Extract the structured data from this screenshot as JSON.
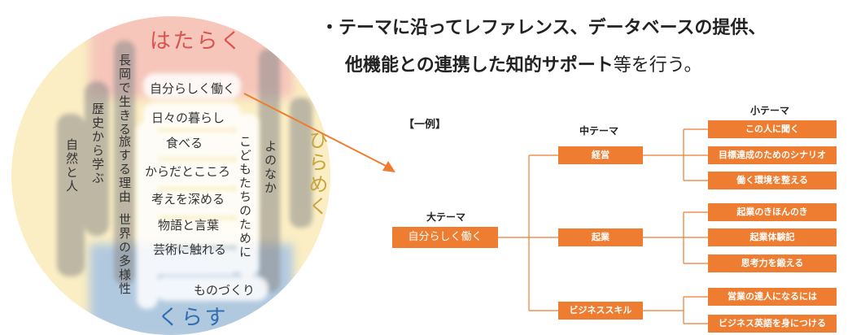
{
  "circle": {
    "top_label": "はたらく",
    "bottom_label": "くらす",
    "right_label": "ひらめく",
    "col_left1": "自然と人",
    "col_left2": "歴史から学ぶ",
    "col_left3": "長岡で生きる",
    "col_mid1": "旅する理由",
    "col_mid2": "世界の多様性",
    "col_right1": "こどもたちのために",
    "col_right2": "よのなか",
    "rows": [
      "自分らしく働く",
      "日々の暮らし",
      "食べる",
      "からだとこころ",
      "考えを深める",
      "物語と言葉",
      "芸術に触れる"
    ],
    "bottom_row": "ものづくり"
  },
  "bullet": {
    "line1": "・テーマに沿ってレファレンス、データベースの提供、",
    "line2_bold": "他機能との連携した知的サポート",
    "line2_rest": "等を行う。"
  },
  "tree": {
    "example_label": "【一例】",
    "header_large": "大テーマ",
    "header_mid": "中テーマ",
    "header_small": "小テーマ",
    "root": "自分らしく働く",
    "mid": [
      "経営",
      "起業",
      "ビジネススキル"
    ],
    "small": [
      [
        "この人に聞く",
        "目標達成のためのシナリオ",
        "働く環境を整える"
      ],
      [
        "起業のきほんのき",
        "起業体験記",
        "思考力を鍛える"
      ],
      [
        "営業の達人になるには",
        "ビジネス英語を身につける"
      ]
    ]
  },
  "colors": {
    "orange": "#ee7d31",
    "red_label": "#d9534f",
    "blue_label": "#2f6fb0",
    "gold_label": "#c8a43a",
    "circle_bg": "#fbeec4"
  }
}
